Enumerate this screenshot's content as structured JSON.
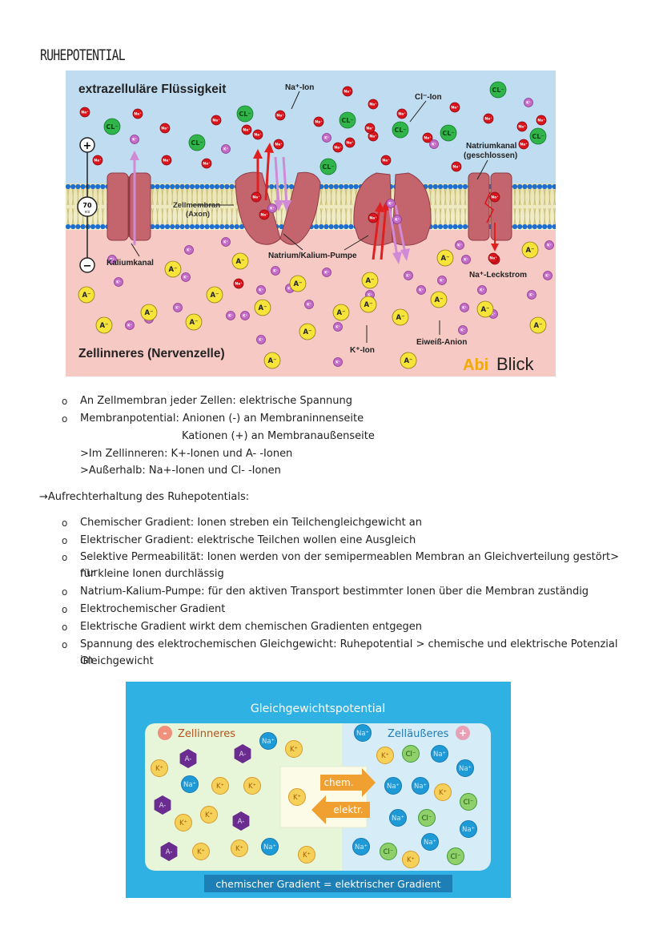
{
  "page": {
    "title": "RUHEPOTENTIAL"
  },
  "figure1": {
    "extracellular_label": "extrazelluläre Flüssigkeit",
    "intracellular_label": "Zellinneres (Nervenzelle)",
    "na_ion_label": "Na⁺-Ion",
    "cl_ion_label": "Cl⁻-Ion",
    "k_ion_label": "K⁺-Ion",
    "protein_anion_label": "Eiweiß-Anion",
    "membrane_label_1": "Zellmembran",
    "membrane_label_2": "(Axon)",
    "potassium_channel_label": "Kaliumkanal",
    "pump_label": "Natrium/Kalium-Pumpe",
    "sodium_channel_label_1": "Natriumkanal",
    "sodium_channel_label_2": "(geschlossen)",
    "leak_label": "Na⁺-Leckstrom",
    "voltage_value": "70",
    "voltage_unit": "mV",
    "plus_sign": "+",
    "minus_sign": "−",
    "ion_na": "Na⁺",
    "ion_k": "K⁺",
    "ion_cl": "CL⁻",
    "ion_a": "A⁻",
    "brand_abi": "Abi",
    "brand_blick": "Blick",
    "colors": {
      "extracellular": "#bfdcf0",
      "intracellular": "#f7c9c4",
      "na": "#d8141c",
      "k": "#c26cc6",
      "cl": "#2fb54a",
      "anion": "#f6e43a",
      "protein": "#c4656e",
      "brand_orange": "#f2a900"
    }
  },
  "bullets_1": [
    {
      "bullet": "o",
      "text": "An Zellmembran jeder Zellen: elektrische Spannung"
    },
    {
      "bullet": "o",
      "text": "Membranpotential: Anionen (-) an Membraninnenseite"
    }
  ],
  "indent_lines_1": [
    "Kationen (+) an Membranaußenseite",
    ">Im Zellinneren: K+-Ionen und A- -Ionen",
    ">Außerhalb: Na+-Ionen und Cl- -Ionen"
  ],
  "section_heading": "→Aufrechterhaltung des Ruhepotentials:",
  "bullets_2": [
    {
      "bullet": "o",
      "text": "Chemischer Gradient: Ionen streben ein Teilchengleichgewicht an"
    },
    {
      "bullet": "o",
      "text": "Elektrischer Gradient: elektrische Teilchen wollen eine Ausgleich"
    },
    {
      "bullet": "o",
      "text": "Selektive Permeabilität: Ionen werden von der semipermeablen Membran an Gleichverteilung gestört> nur",
      "continuation": "für kleine Ionen durchlässig"
    },
    {
      "bullet": "o",
      "text": "Natrium-Kalium-Pumpe: für den aktiven Transport bestimmter Ionen über die Membran zuständig"
    },
    {
      "bullet": "o",
      "text": "Elektrochemischer Gradient"
    },
    {
      "bullet": "o",
      "text": "Elektrische Gradient wirkt dem chemischen Gradienten entgegen"
    },
    {
      "bullet": "o",
      "text": "Spannung des elektrochemischen Gleichgewicht: Ruhepotential > chemische und elektrische Potenzial im",
      "continuation": "Gleichgewicht"
    }
  ],
  "figure2": {
    "title": "Gleichgewichtspotential",
    "left_label": "Zellinneres",
    "right_label": "Zelläußeres",
    "minus_sign": "-",
    "plus_sign": "+",
    "chem_label": "chem.",
    "elektr_label": "elektr.",
    "footer": "chemischer Gradient = elektrischer Gradient",
    "ion_na": "Na⁺",
    "ion_k": "K⁺",
    "ion_cl": "Cl⁻",
    "ion_a": "A-",
    "colors": {
      "background": "#2fb1e4",
      "inside": "#e7f5d8",
      "outside": "#d6ecf7",
      "na": "#1e9ad6",
      "k": "#f5d15a",
      "cl": "#8fd06a",
      "anion": "#6a2c8f",
      "arrow": "#f0a030"
    }
  }
}
